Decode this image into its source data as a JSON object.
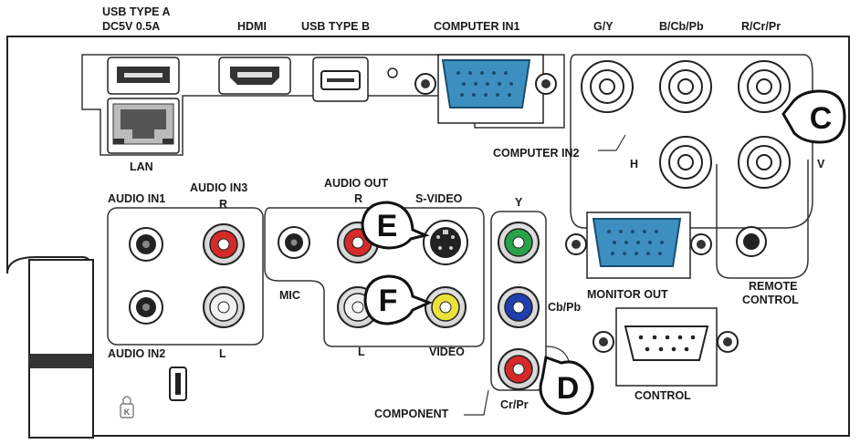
{
  "labels": {
    "usb_a_line1": "USB TYPE A",
    "usb_a_line2": "DC5V 0.5A",
    "hdmi": "HDMI",
    "usb_b": "USB TYPE B",
    "computer_in1": "COMPUTER IN1",
    "gy": "G/Y",
    "bcbpb": "B/Cb/Pb",
    "rcrpr": "R/Cr/Pr",
    "lan": "LAN",
    "computer_in2": "COMPUTER IN2",
    "h": "H",
    "v": "V",
    "audio_in1": "AUDIO IN1",
    "audio_in3": "AUDIO IN3",
    "audio_in3_r": "R",
    "audio_out": "AUDIO OUT",
    "audio_out_r": "R",
    "svideo": "S-VIDEO",
    "y": "Y",
    "mic": "MIC",
    "monitor_out": "MONITOR OUT",
    "remote_line1": "REMOTE",
    "remote_line2": "CONTROL",
    "cbpb": "Cb/Pb",
    "audio_in2": "AUDIO IN2",
    "audio_in3_l": "L",
    "audio_out_l": "L",
    "video": "VIDEO",
    "control": "CONTROL",
    "component": "COMPONENT",
    "crpr": "Cr/Pr"
  },
  "callouts": {
    "c": "C",
    "d": "D",
    "e": "E",
    "f": "F"
  },
  "colors": {
    "red_jack": "#d42a2a",
    "green_jack": "#2aa24a",
    "blue_jack": "#1f3fb0",
    "yellow_jack": "#e9e23a",
    "vga_blue": "#3d8fc0",
    "line": "#222222"
  }
}
